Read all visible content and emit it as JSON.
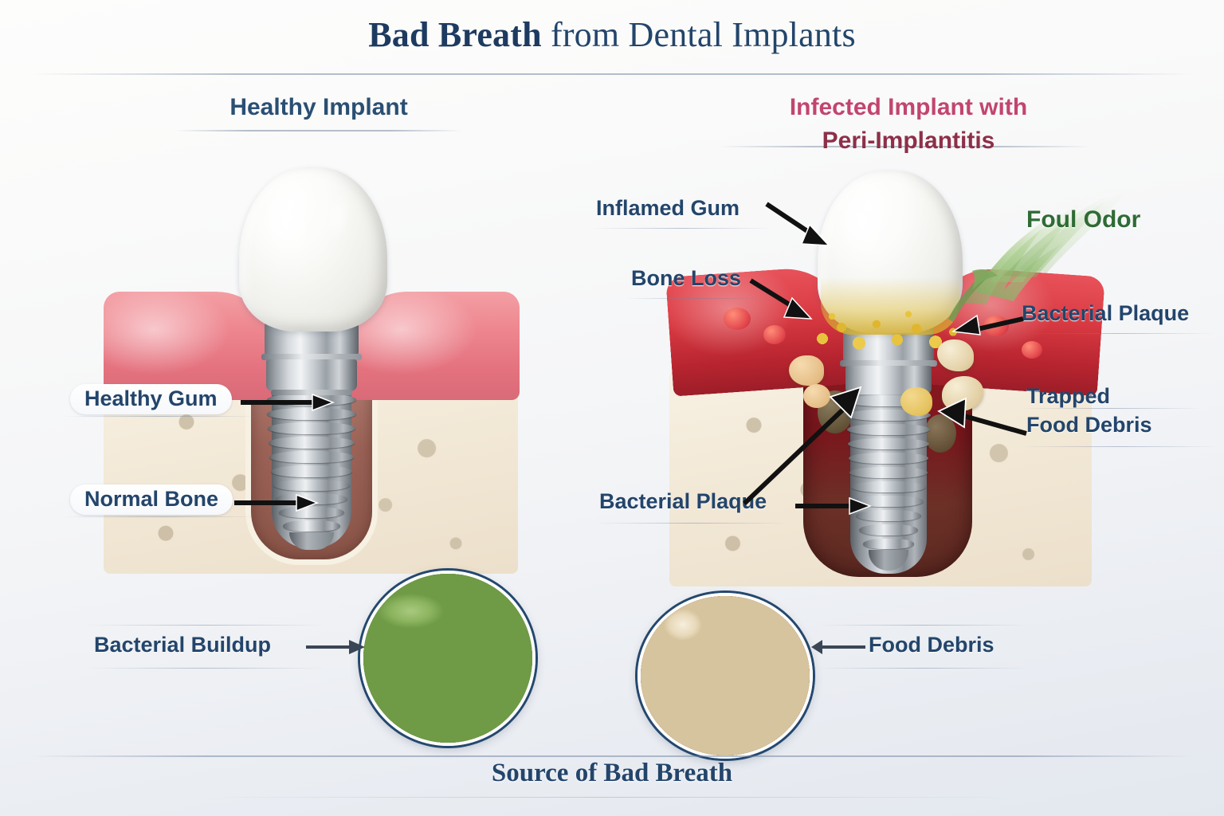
{
  "title": {
    "bold": "Bad Breath",
    "rest": " from Dental Implants"
  },
  "panels": {
    "left": {
      "heading": "Healthy Implant"
    },
    "right": {
      "heading_line1": "Infected Implant with",
      "heading_line2": "Peri-Implantitis"
    }
  },
  "labels": {
    "healthy_gum": "Healthy Gum",
    "normal_bone": "Normal Bone",
    "inflamed_gum": "Inflamed Gum",
    "bone_loss": "Bone Loss",
    "foul_odor": "Foul Odor",
    "bacterial_plaque_right": "Bacterial Plaque",
    "trapped_food_line1": "Trapped",
    "trapped_food_line2": "Food Debris",
    "bacterial_plaque_lower": "Bacterial Plaque",
    "bacterial_buildup": "Bacterial Buildup",
    "food_debris": "Food Debris"
  },
  "caption": "Source of Bad Breath",
  "colors": {
    "title_navy": "#23456b",
    "heading_navy": "#2a4f73",
    "infected_pink": "#c2456e",
    "infected_dark": "#8e2f48",
    "odor_green": "#2f6b35",
    "label_navy": "#23456b",
    "arrow_black": "#111111",
    "healthy_gum_pink": "#ee868f",
    "inflamed_gum_red": "#c9202c",
    "bone_cream": "#f2e8d6",
    "plaque_yellow": "#ddae2e",
    "bacteria_green": "#8cb45f"
  },
  "icons": {
    "arrow_right": "arrow-right-icon",
    "arrow_left": "arrow-left-icon",
    "arrow_diag_down_right": "arrow-diagonal-down-right-icon",
    "arrow_diag_up_left": "arrow-diagonal-up-left-icon",
    "arrow_diag_up_right": "arrow-diagonal-up-right-icon",
    "odor_wisp": "odor-wisp-icon",
    "tooth_crown": "tooth-crown-icon",
    "implant_screw": "implant-screw-icon"
  }
}
